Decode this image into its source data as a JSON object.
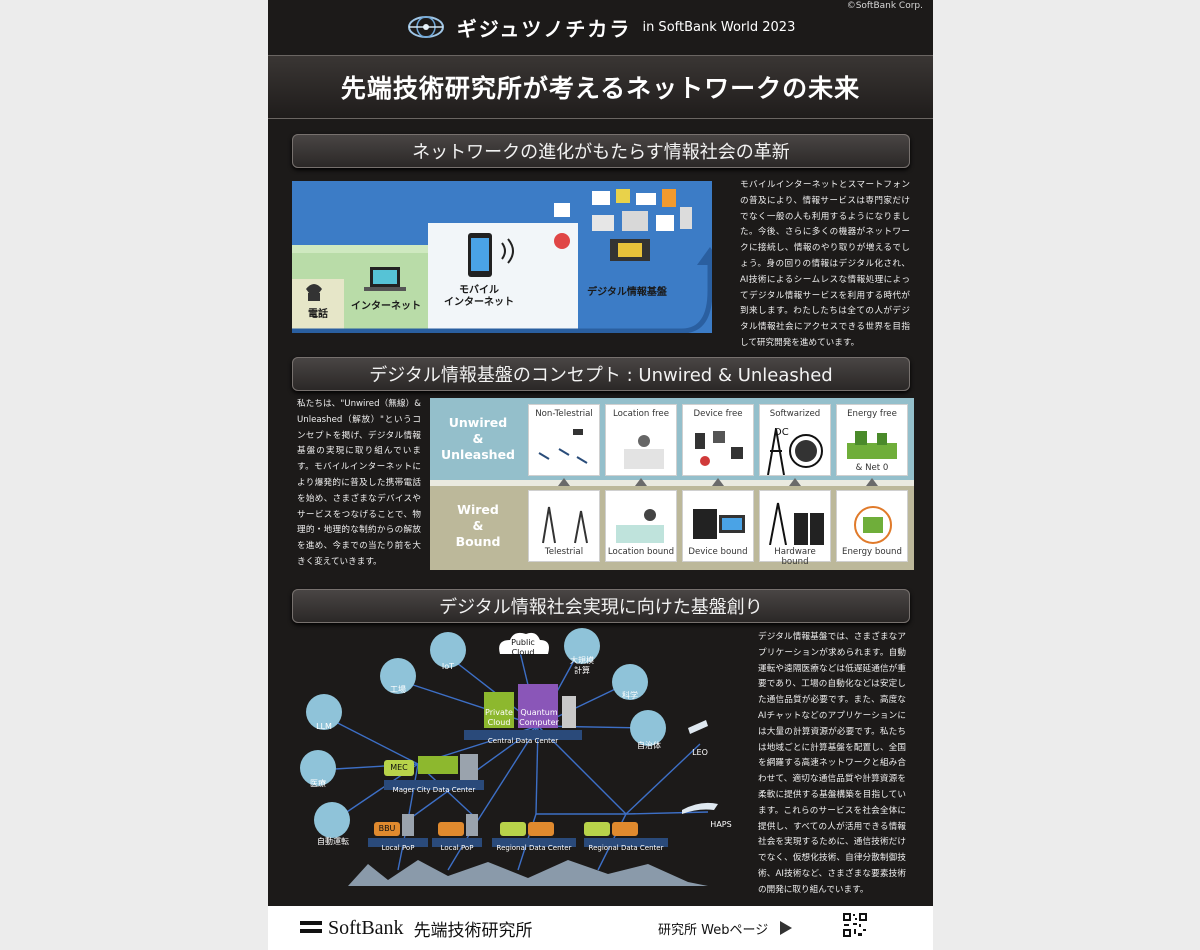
{
  "header": {
    "copyright": "©SoftBank Corp.",
    "brand_title": "ギジュツノチカラ",
    "brand_sub": "in SoftBank World 2023",
    "headline": "先端技術研究所が考えるネットワークの未来"
  },
  "section1": {
    "title": "ネットワークの進化がもたらす情報社会の革新",
    "labels": {
      "phone": "電話",
      "internet": "インターネット",
      "mobile": "モバイル\nインターネット",
      "digital": "デジタル情報基盤"
    },
    "text": "モバイルインターネットとスマートフォンの普及により、情報サービスは専門家だけでなく一般の人も利用するようになりました。今後、さらに多くの機器がネットワークに接続し、情報のやり取りが増えるでしょう。身の回りの情報はデジタル化され、AI技術によるシームレスな情報処理によってデジタル情報サービスを利用する時代が到来します。わたしたちは全ての人がデジタル情報社会にアクセスできる世界を目指して研究開発を進めています。"
  },
  "section2": {
    "title": "デジタル情報基盤のコンセプト : Unwired & Unleashed",
    "text": "私たちは、\"Unwired（無線）& Unleashed（解放）\"というコンセプトを掲げ、デジタル情報基盤の実現に取り組んでいます。モバイルインターネットにより爆発的に普及した携帯電話を始め、さまざまなデバイスやサービスをつなげることで、物理的・地理的な制約からの解放を進め、今までの当たり前を大きく変えていきます。",
    "top_label": "Unwired\n&\nUnleashed",
    "bottom_label": "Wired\n&\nBound",
    "top_cells": [
      "Non-Telestrial",
      "Location free",
      "Device free",
      "Softwarized",
      "Energy free"
    ],
    "top_extra": "& Net 0",
    "dc_label": "DC",
    "bottom_cells": [
      "Telestrial",
      "Location bound",
      "Device bound",
      "Hardware bound",
      "Energy bound"
    ]
  },
  "section3": {
    "title": "デジタル情報社会実現に向けた基盤創り",
    "text": "デジタル情報基盤では、さまざまなアプリケーションが求められます。自動運転や遠隔医療などは低遅延通信が重要であり、工場の自動化などは安定した通信品質が必要です。また、高度なAIチャットなどのアプリケーションには大量の計算資源が必要です。私たちは地域ごとに計算基盤を配置し、全国を網羅する高速ネットワークと組み合わせて、適切な通信品質や計算資源を柔軟に提供する基盤構築を目指しています。これらのサービスを社会全体に提供し、すべての人が活用できる情報社会を実現するために、通信技術だけでなく、仮想化技術、自律分散制御技術、AI技術など、さまざまな要素技術の開発に取り組んでいます。",
    "nodes": {
      "public_cloud": "Public\nCloud",
      "iot": "IoT",
      "hpc": "大規模\n計算",
      "factory": "工場",
      "science": "科学",
      "llm": "LLM",
      "gov": "自治体",
      "medical": "医療",
      "car": "自動運転",
      "leo": "LEO",
      "haps": "HAPS",
      "private_cloud": "Private\nCloud",
      "quantum": "Quantum\nComputer",
      "central_dc": "Central Data Center",
      "mec": "MEC",
      "bbu": "BBU",
      "major_city_dc": "Mager City Data Center",
      "local_pop": "Local PoP",
      "regional_dc": "Regional Data Center"
    }
  },
  "footer": {
    "softbank": "SoftBank",
    "lab": "先端技術研究所",
    "web": "研究所 Webページ"
  },
  "colors": {
    "bg": "#1c1a19",
    "blue": "#3c7cc6",
    "teal": "#94bfcb",
    "khaki": "#bcb89a",
    "mec": "#b8d34a",
    "bbu": "#e08a2e"
  }
}
